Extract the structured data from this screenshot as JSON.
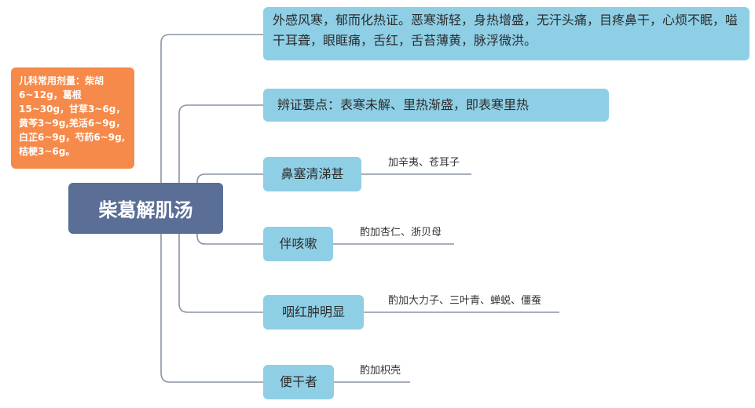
{
  "root": {
    "title": "柴葛解肌汤"
  },
  "note": {
    "text": "儿科常用剂量：柴胡6~12g，葛根15~30g，甘草3~6g，黄芩3~9g,羌活6~9g，白芷6~9g，芍药6~9g,桔梗3~6g。"
  },
  "branches": [
    {
      "label": "外感风寒，郁而化热证。恶寒渐轻，身热增盛，无汗头痛，目疼鼻干，心烦不眠，嗌干耳聋，眼眶痛，舌红，舌苔薄黄，脉浮微洪。"
    },
    {
      "label": "辨证要点：表寒未解、里热渐盛，即表寒里热"
    },
    {
      "label": "鼻塞清涕甚",
      "leaf": "加辛夷、苍耳子"
    },
    {
      "label": "伴咳嗽",
      "leaf": "酌加杏仁、浙贝母"
    },
    {
      "label": "咽红肿明显",
      "leaf": "酌加大力子、三叶青、蝉蜕、僵蚕"
    },
    {
      "label": "便干者",
      "leaf": "酌加枳壳"
    }
  ],
  "colors": {
    "root": "#5a6e96",
    "branch": "#8fcfe6",
    "note": "#f68a4a",
    "line": "#8a94a6"
  }
}
